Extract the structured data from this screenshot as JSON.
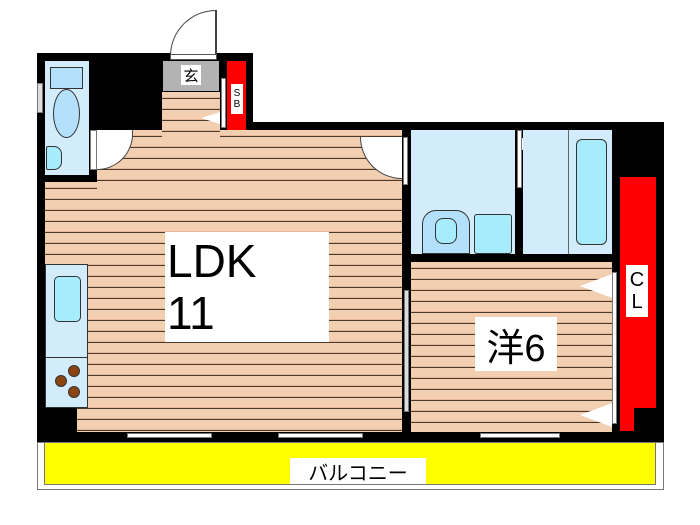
{
  "plan": {
    "rooms": {
      "ldk": {
        "type": "LDK",
        "size": "11"
      },
      "western": {
        "label": "洋6"
      },
      "entrance": {
        "label": "玄"
      },
      "shoe_box": {
        "label": "S\nB",
        "line1": "S",
        "line2": "B"
      },
      "closet": {
        "label": "C\nL",
        "line1": "C",
        "line2": "L"
      },
      "balcony": {
        "label": "バルコニー"
      }
    },
    "colors": {
      "wall": "#000000",
      "floor": "#f2cfb1",
      "wet_area": "#d3ecfb",
      "fixture": "#a7ecfc",
      "storage": "#ff0000",
      "balcony": "#ffff00",
      "entrance": "#b3b3b3"
    }
  }
}
